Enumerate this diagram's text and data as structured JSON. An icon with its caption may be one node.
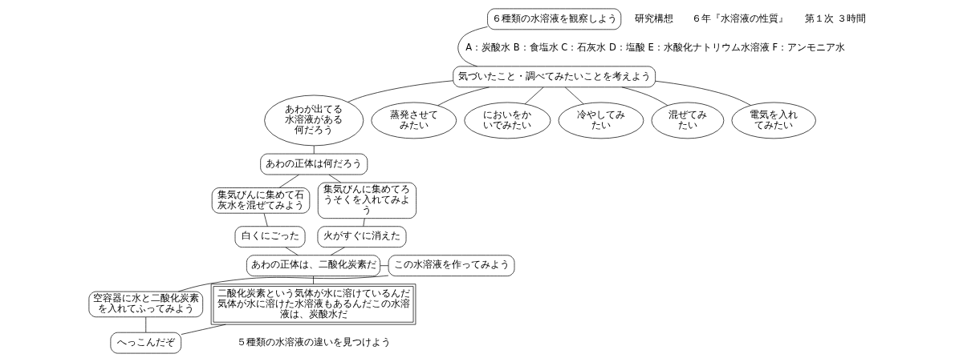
{
  "diagram": {
    "nodes": [
      {
        "text": [
          "６種類の水溶液を観察しよう"
        ]
      },
      {
        "text": [
          "気づいたこと・調べてみたいことを考えよう"
        ]
      },
      {
        "text": [
          "あわが出てる水溶液がある何だろう"
        ]
      },
      {
        "text": [
          "蒸発させてみたい"
        ]
      },
      {
        "text": [
          "においをかいでみたい"
        ]
      },
      {
        "text": [
          "冷やしてみたい"
        ]
      },
      {
        "text": [
          "混ぜてみたい"
        ]
      },
      {
        "text": [
          "電気を入れてみたい"
        ]
      },
      {
        "text": [
          "あわの正体は何だろう"
        ]
      },
      {
        "text": [
          "集気びんに集めて石灰水を混ぜてみよう"
        ]
      },
      {
        "text": [
          "集気びんに集めてろうそくを入れてみよう"
        ]
      },
      {
        "text": [
          "白くにごった"
        ]
      },
      {
        "text": [
          "火がすぐに消えた"
        ]
      },
      {
        "text": [
          "あわの正体は、二酸化炭素だ"
        ]
      },
      {
        "text": [
          "この水溶液を作ってみよう"
        ]
      },
      {
        "text": [
          "空容器に水と二酸化炭素を入れてふってみよう"
        ]
      },
      {
        "text": [
          "へっこんだぞ"
        ]
      },
      {
        "text": [
          "二酸化炭素という気体が水に溶けているんだ気体が水に溶けた水溶液もあるんだこの水溶液は、炭酸水だ"
        ]
      }
    ],
    "edges": [
      {
        "from": 0,
        "to": 1,
        "arrow": "none"
      },
      {
        "from": 1,
        "to": 2,
        "arrow": "none"
      },
      {
        "from": 1,
        "to": 3,
        "arrow": "none"
      },
      {
        "from": 1,
        "to": 4,
        "arrow": "none"
      },
      {
        "from": 1,
        "to": 5,
        "arrow": "none"
      },
      {
        "from": 1,
        "to": 6,
        "arrow": "none"
      },
      {
        "from": 1,
        "to": 7,
        "arrow": "none"
      },
      {
        "from": 2,
        "to": 8,
        "arrow": "none"
      },
      {
        "from": 8,
        "to": 9,
        "arrow": "none"
      },
      {
        "from": 8,
        "to": 10,
        "arrow": "none"
      },
      {
        "from": 9,
        "to": 11,
        "arrow": "none"
      },
      {
        "from": 10,
        "to": 12,
        "arrow": "none"
      },
      {
        "from": 11,
        "to": 13,
        "arrow": "none"
      },
      {
        "from": 12,
        "to": 13,
        "arrow": "none"
      },
      {
        "from": 13,
        "to": 14,
        "arrow": "none"
      },
      {
        "from": 14,
        "to": 15,
        "arrow": "none"
      },
      {
        "from": 15,
        "to": 16,
        "arrow": "none"
      },
      {
        "from": 16,
        "to": 17,
        "arrow": "none"
      },
      {
        "from": 13,
        "to": 17,
        "arrow": "none"
      }
    ],
    "labels": [
      "研究構想",
      "６年『水溶液の性質』",
      "第１次 ３時間",
      "A：炭酸水 B：食塩水 C：石灰水 D：塩酸 E：水酸化ナトリウム水溶液 F：アンモニア水",
      "５種類の水溶液の違いを見つけよう"
    ]
  }
}
